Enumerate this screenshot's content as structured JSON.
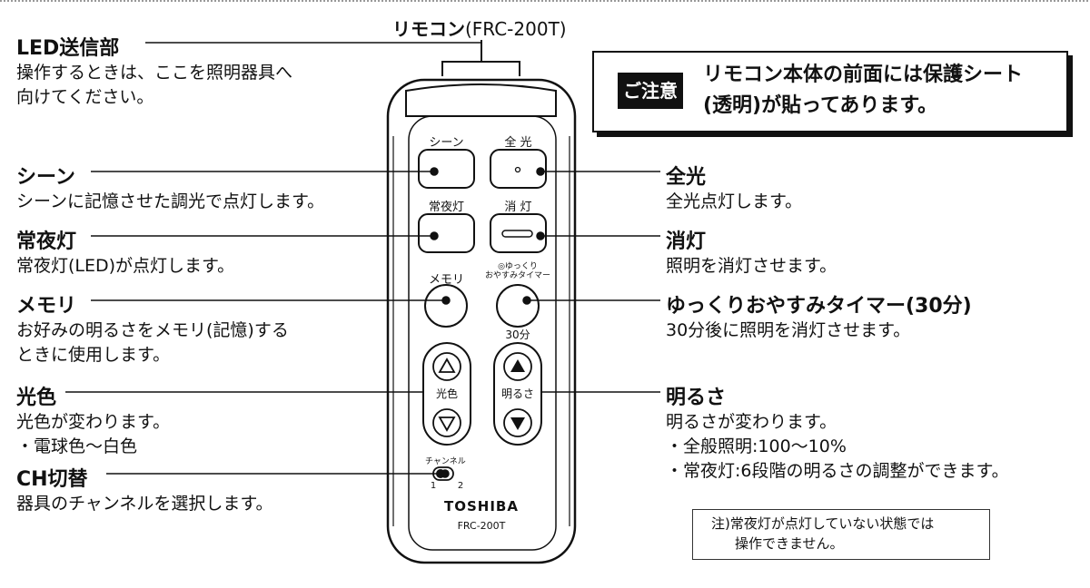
{
  "remote_title": {
    "bold": "リモコン",
    "normal": "(FRC-200T)"
  },
  "notice": {
    "tag": "ご注意",
    "line1": "リモコン本体の前面には保護シート",
    "line2": "(透明)が貼ってあります。"
  },
  "left_callouts": [
    {
      "heading": "LED送信部",
      "lines": [
        "操作するときは、ここを照明器具へ",
        "向けてください。"
      ]
    },
    {
      "heading": "シーン",
      "lines": [
        "シーンに記憶させた調光で点灯します。"
      ]
    },
    {
      "heading": "常夜灯",
      "lines": [
        "常夜灯(LED)が点灯します。"
      ]
    },
    {
      "heading": "メモリ",
      "lines": [
        "お好みの明るさをメモリ(記憶)する",
        "ときに使用します。"
      ]
    },
    {
      "heading": "光色",
      "lines": [
        "光色が変わります。",
        "・電球色〜白色"
      ]
    },
    {
      "heading": "CH切替",
      "lines": [
        "器具のチャンネルを選択します。"
      ]
    }
  ],
  "right_callouts": [
    {
      "heading": "全光",
      "lines": [
        "全光点灯します。"
      ]
    },
    {
      "heading": "消灯",
      "lines": [
        "照明を消灯させます。"
      ]
    },
    {
      "heading": "ゆっくりおやすみタイマー(30分)",
      "lines": [
        "30分後に照明を消灯させます。"
      ]
    },
    {
      "heading": "明るさ",
      "lines": [
        "明るさが変わります。",
        "・全般照明:100〜10%",
        "・常夜灯:6段階の明るさの調整ができます。"
      ]
    }
  ],
  "remote_labels": {
    "scene": "シーン",
    "full": "全 光",
    "night": "常夜灯",
    "off": "消 灯",
    "memory": "メモリ",
    "timer_l1": "◎ゆっくり",
    "timer_l2": "おやすみタイマー",
    "timer_30": "30分",
    "color": "光色",
    "bright": "明るさ",
    "channel": "チャンネル",
    "ch1": "1",
    "ch2": "2",
    "brand": "TOSHIBA",
    "model": "FRC-200T"
  },
  "note": {
    "line1": "注)常夜灯が点灯していない状態では",
    "line2": "操作できません。"
  }
}
